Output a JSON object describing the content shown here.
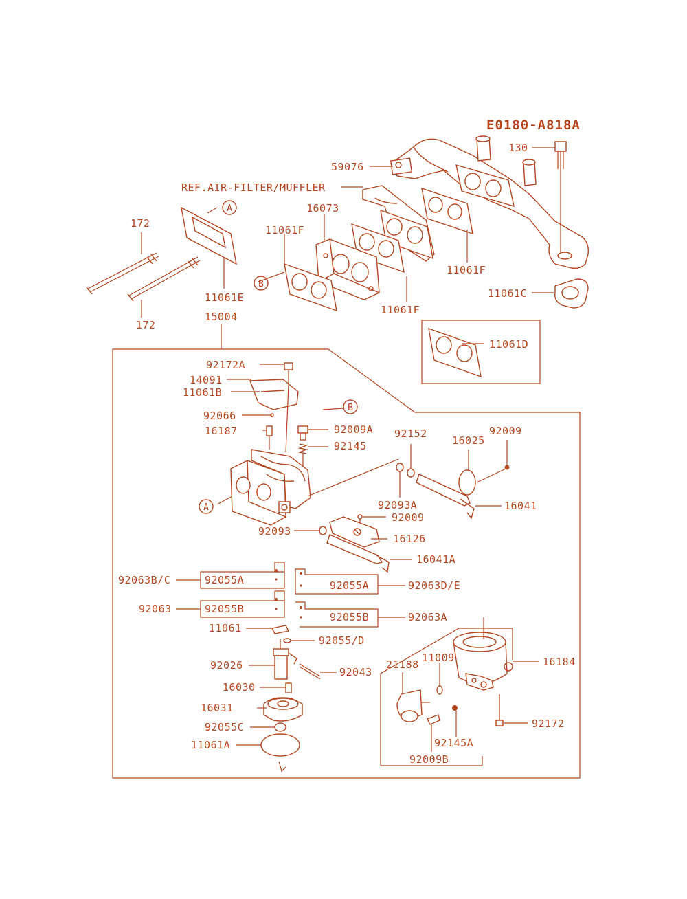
{
  "diagram_id": "E0180-A818A",
  "reference": "REF.AIR-FILTER/MUFFLER",
  "callouts": {
    "A": "A",
    "B": "B"
  },
  "parts": {
    "p130": "130",
    "p59076": "59076",
    "p16073": "16073",
    "p11061F_a": "11061F",
    "p11061F_b": "11061F",
    "p11061F_c": "11061F",
    "p11061C": "11061C",
    "p11061D": "11061D",
    "p172_a": "172",
    "p172_b": "172",
    "p11061E": "11061E",
    "p15004": "15004",
    "p92172A": "92172A",
    "p14091": "14091",
    "p11061B": "11061B",
    "p92066": "92066",
    "p16187": "16187",
    "p92009A": "92009A",
    "p92145": "92145",
    "p92152": "92152",
    "p16025": "16025",
    "p92009_a": "92009",
    "p16041": "16041",
    "p92093A": "92093A",
    "p92009_b": "92009",
    "p92093": "92093",
    "p16126": "16126",
    "p16041A": "16041A",
    "p92063BC": "92063B/C",
    "p92055A_a": "92055A",
    "p92055A_b": "92055A",
    "p92063DE": "92063D/E",
    "p92063": "92063",
    "p92055B_a": "92055B",
    "p92055B_b": "92055B",
    "p92063A": "92063A",
    "p11061": "11061",
    "p92055D": "92055/D",
    "p92026": "92026",
    "p92043": "92043",
    "p16030": "16030",
    "p16031": "16031",
    "p92055C": "92055C",
    "p11061A": "11061A",
    "p21188": "21188",
    "p11009": "11009",
    "p16184": "16184",
    "p92172": "92172",
    "p92145A": "92145A",
    "p92009B": "92009B"
  },
  "colors": {
    "ink": "#b4471f",
    "background": "#ffffff"
  }
}
